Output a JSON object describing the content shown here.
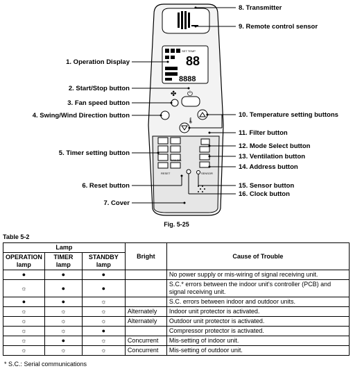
{
  "callouts": [
    {
      "key": "transmitter",
      "text": "8. Transmitter"
    },
    {
      "key": "remote_sensor",
      "text": "9. Remote control sensor"
    },
    {
      "key": "operation_display",
      "text": "1. Operation Display"
    },
    {
      "key": "start_stop",
      "text": "2. Start/Stop button"
    },
    {
      "key": "fan_speed",
      "text": "3. Fan speed button"
    },
    {
      "key": "swing",
      "text": "4. Swing/Wind Direction button"
    },
    {
      "key": "temperature",
      "text": "10. Temperature setting buttons"
    },
    {
      "key": "filter",
      "text": "11. Filter button"
    },
    {
      "key": "timer",
      "text": "5. Timer setting button"
    },
    {
      "key": "mode",
      "text": "12. Mode Select button"
    },
    {
      "key": "ventilation",
      "text": "13. Ventilation button"
    },
    {
      "key": "address",
      "text": "14. Address button"
    },
    {
      "key": "reset",
      "text": "6. Reset button"
    },
    {
      "key": "sensor",
      "text": "15. Sensor button"
    },
    {
      "key": "clock",
      "text": "16. Clock button"
    },
    {
      "key": "cover",
      "text": "7. Cover"
    }
  ],
  "remote_text": {
    "display_digits_top": "88",
    "display_digits_bottom": "8888",
    "set_temp": "SET TEMP",
    "cancel": "CANCEL",
    "reset": "RESET",
    "sensor": "SENSOR"
  },
  "figure_caption": "Fig. 5-25",
  "table_title": "Table 5-2",
  "table": {
    "header_lamp": "Lamp",
    "header_operation": "OPERATION lamp",
    "header_timer": "TIMER lamp",
    "header_standby": "STANDBY lamp",
    "header_bright": "Bright",
    "header_cause": "Cause of Trouble",
    "symbols": {
      "on": "●",
      "blink": "☼"
    },
    "rows": [
      {
        "op": "●",
        "timer": "●",
        "standby": "●",
        "bright": "",
        "cause": "No power supply or mis-wiring of signal receiving unit."
      },
      {
        "op": "☼",
        "timer": "●",
        "standby": "●",
        "bright": "",
        "cause": "S.C.* errors between the indoor unit's controller (PCB) and signal receiving unit."
      },
      {
        "op": "●",
        "timer": "●",
        "standby": "☼",
        "bright": "",
        "cause": "S.C. errors between indoor and outdoor units."
      },
      {
        "op": "☼",
        "timer": "☼",
        "standby": "☼",
        "bright": "Alternately",
        "cause": "Indoor unit protector is activated."
      },
      {
        "op": "☼",
        "timer": "☼",
        "standby": "☼",
        "bright": "Alternately",
        "cause": "Outdoor unit protector is activated."
      },
      {
        "op": "☼",
        "timer": "☼",
        "standby": "●",
        "bright": "",
        "cause": "Compressor protector is activated."
      },
      {
        "op": "☼",
        "timer": "●",
        "standby": "☼",
        "bright": "Concurrent",
        "cause": "Mis-setting of indoor unit."
      },
      {
        "op": "☼",
        "timer": "☼",
        "standby": "☼",
        "bright": "Concurrent",
        "cause": "Mis-setting of outdoor unit."
      }
    ]
  },
  "footnote": "*   S.C.: Serial communications"
}
